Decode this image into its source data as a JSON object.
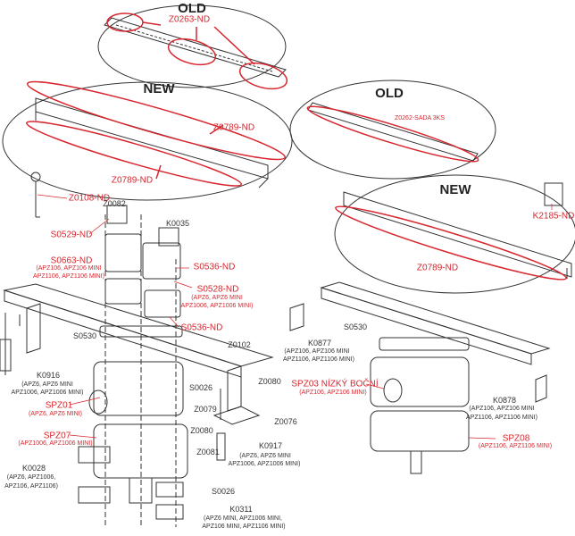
{
  "colors": {
    "accent": "#d7262e",
    "line": "#333333"
  },
  "groups": {
    "old_top": {
      "title": "OLD",
      "part": "Z0263-ND"
    },
    "new_left": {
      "title": "NEW",
      "parts": [
        "Z0789-ND",
        "Z0789-ND"
      ]
    },
    "old_right": {
      "title": "OLD",
      "part": "Z0262-SADA 3KS"
    },
    "new_right": {
      "title": "NEW",
      "part": "Z0789-ND"
    }
  },
  "labels": {
    "k2185": "K2185-ND",
    "z0108": "Z0108-ND",
    "z0082": "Z0082",
    "k0035": "K0035",
    "s0529": "S0529-ND",
    "s0663": "S0663-ND",
    "s0663_sub": [
      "(APZ106, APZ106 MINI",
      "APZ1106, APZ1106 MINI)"
    ],
    "s0536a": "S0536-ND",
    "s0528": "S0528-ND",
    "s0528_sub": [
      "(APZ6, APZ6 MINI",
      "APZ1006, APZ1006 MINI)"
    ],
    "s0536b": "S0536-ND",
    "s0530a": "S0530",
    "z0102": "Z0102",
    "k0916": "K0916",
    "k0916_sub": [
      "(APZ6, APZ6 MINI",
      "APZ1006, APZ1006 MINI)"
    ],
    "spz01": "SPZ01",
    "spz01_sub": "(APZ6, APZ6 MINI)",
    "spz07": "SPZ07",
    "spz07_sub": "(APZ1006, APZ1006 MINI)",
    "k0028": "K0028",
    "k0028_sub": [
      "(APZ6, APZ1006,",
      "APZ106, APZ1106)"
    ],
    "s0026a": "S0026",
    "z0080a": "Z0080",
    "z0076": "Z0076",
    "z0079": "Z0079",
    "z0080b": "Z0080",
    "z0081": "Z0081",
    "k0917": "K0917",
    "k0917_sub": [
      "(APZ6, APZ6 MINI",
      "APZ1006, APZ1006 MINI)"
    ],
    "s0026b": "S0026",
    "k0311": "K0311",
    "k0311_sub": [
      "(APZ6 MINI, APZ1006 MINI,",
      "APZ106 MINI, APZ1106 MINI)"
    ],
    "s0530b": "S0530",
    "k0877": "K0877",
    "k0877_sub": [
      "(APZ106, APZ106 MINI",
      "APZ1106, APZ1106 MINI)"
    ],
    "spz03": "SPZ03 NÍZKÝ BOČNÍ",
    "spz03_sub": "(APZ106, APZ106 MINI)",
    "k0878": "K0878",
    "k0878_sub": [
      "(APZ106, APZ106 MINI",
      "APZ1106, APZ1106 MINI)"
    ],
    "spz08": "SPZ08",
    "spz08_sub": "(APZ1106, APZ1106 MINI)"
  }
}
